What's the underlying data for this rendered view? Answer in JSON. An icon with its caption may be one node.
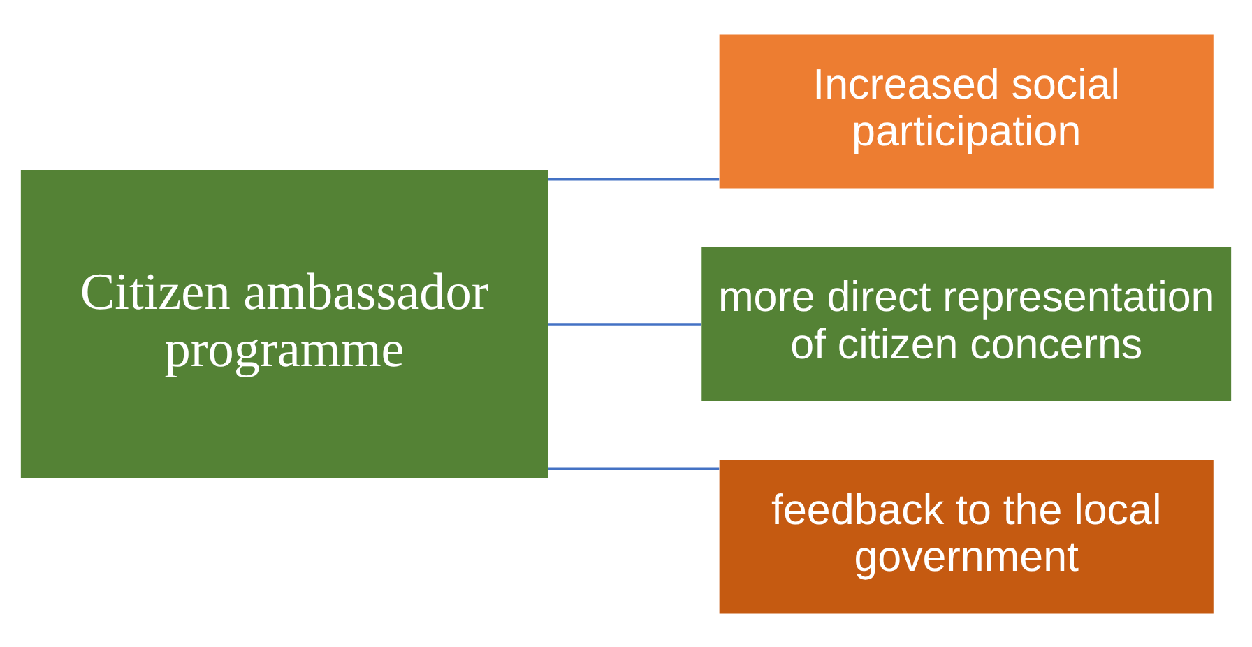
{
  "diagram": {
    "nodes": [
      {
        "text": [
          "Citizen ambassador programme"
        ]
      },
      {
        "text": [
          "Increased social participation"
        ]
      },
      {
        "text": [
          "more direct representation of citizen concerns"
        ]
      },
      {
        "text": [
          "feedback to the local government"
        ]
      }
    ],
    "edges": [
      {
        "from": 0,
        "to": 1,
        "arrow": "none"
      },
      {
        "from": 0,
        "to": 2,
        "arrow": "none"
      },
      {
        "from": 0,
        "to": 3,
        "arrow": "none"
      }
    ]
  }
}
